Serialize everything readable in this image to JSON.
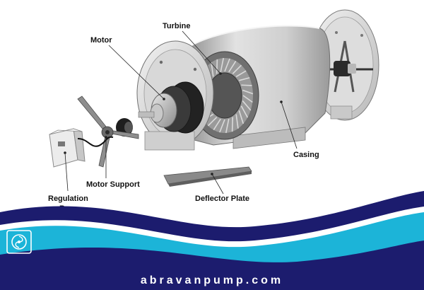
{
  "diagram": {
    "labels": {
      "turbine": "Turbine",
      "motor": "Motor",
      "casing": "Casing",
      "motor_support": "Motor Support",
      "regulation_box_line1": "Regulation",
      "regulation_box_line2": "Box",
      "deflector_plate": "Deflector Plate"
    }
  },
  "footer": {
    "website": "abravanpump.com",
    "brand_colors": {
      "navy": "#1c1c6e",
      "cyan": "#1cb4d8"
    }
  }
}
